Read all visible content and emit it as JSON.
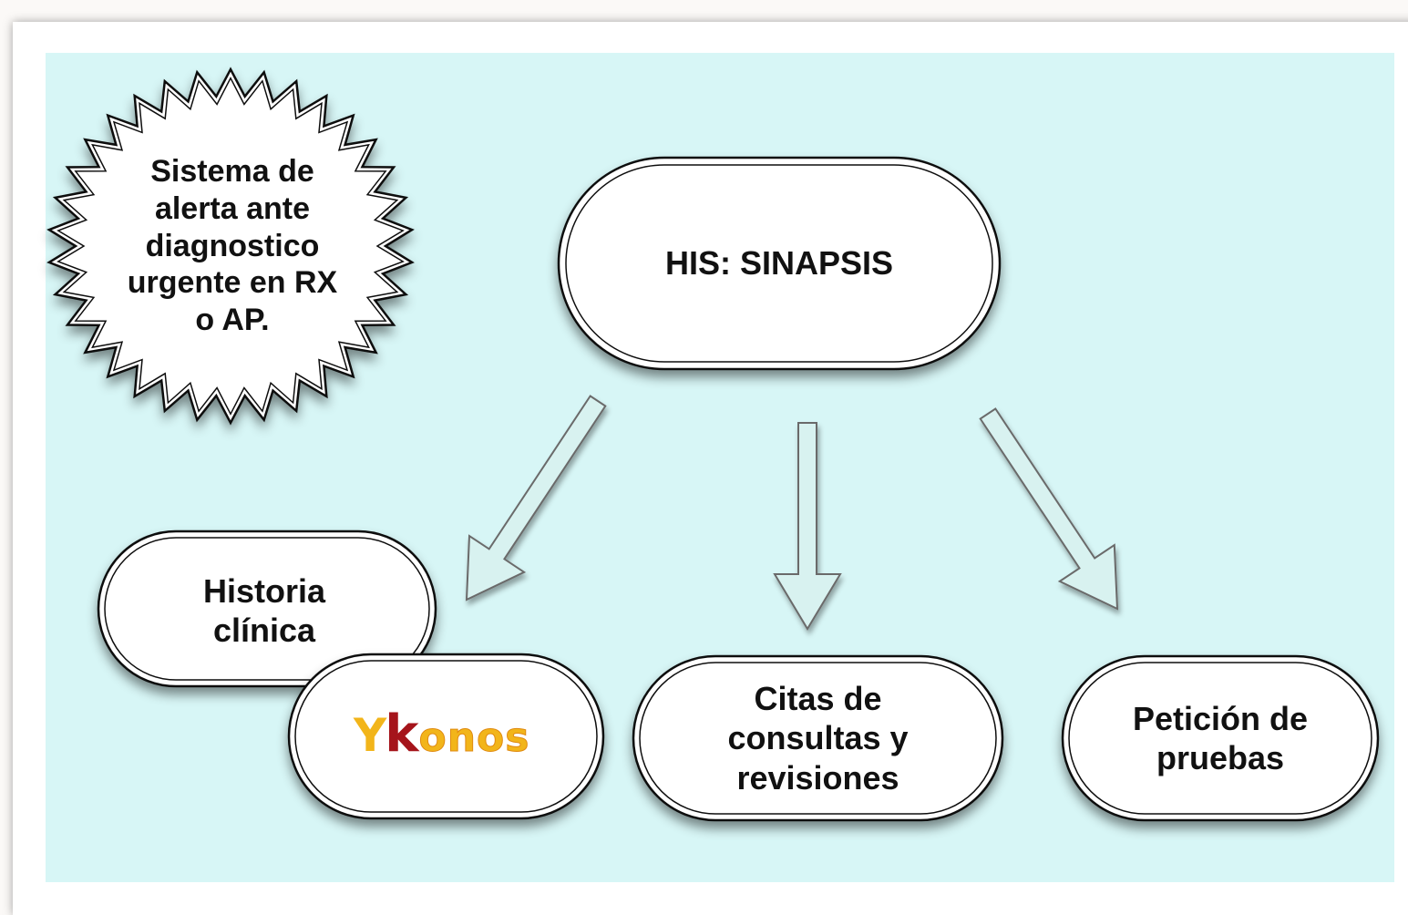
{
  "diagram": {
    "alert": {
      "text": "Sistema de\nalerta ante\ndiagnostico\nurgente en RX\no AP."
    },
    "his": {
      "text": "HIS: SINAPSIS"
    },
    "historia": {
      "text": "Historia\nclínica"
    },
    "citas": {
      "text": "Citas de\nconsultas y\nrevisiones"
    },
    "peticion": {
      "text": "Petición de\npruebas"
    },
    "logo": {
      "y": "Y",
      "k": "k",
      "rest": "onos"
    },
    "colors": {
      "background": "#d7f6f6",
      "box_fill": "#ffffff",
      "box_stroke": "#111111",
      "arrow_fill": "#d8f2f0",
      "arrow_stroke": "#6a6a6a",
      "logo_yellow": "#f2b51a",
      "logo_red": "#a5141b"
    }
  }
}
